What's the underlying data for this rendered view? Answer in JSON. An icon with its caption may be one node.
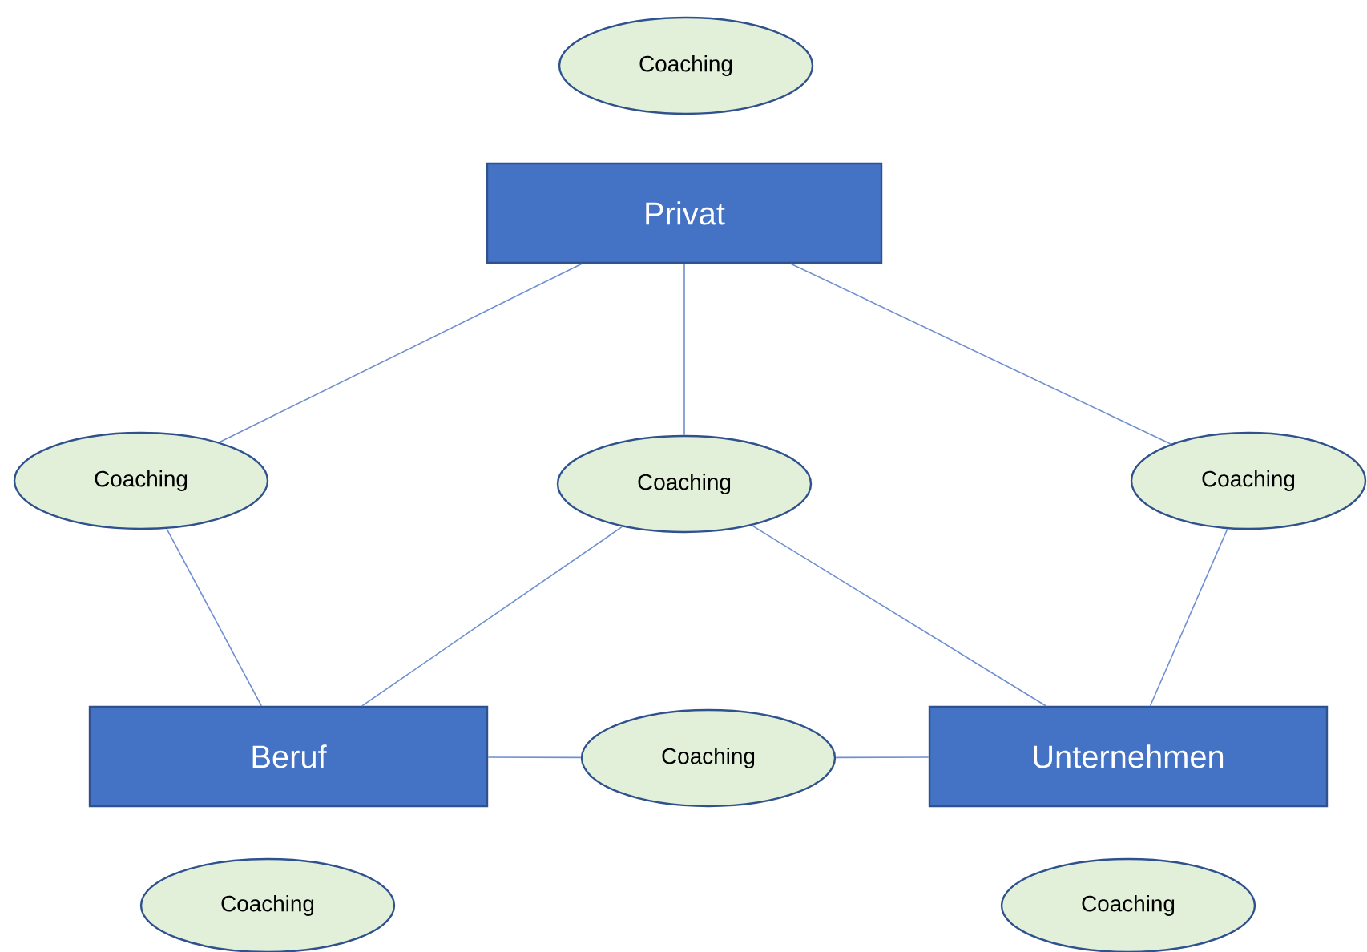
{
  "diagram": {
    "nodes": [
      {
        "text": [
          "Coaching"
        ]
      },
      {
        "text": [
          "Privat"
        ]
      },
      {
        "text": [
          "Coaching"
        ]
      },
      {
        "text": [
          "Coaching"
        ]
      },
      {
        "text": [
          "Coaching"
        ]
      },
      {
        "text": [
          "Beruf"
        ]
      },
      {
        "text": [
          "Coaching"
        ]
      },
      {
        "text": [
          "Unternehmen"
        ]
      },
      {
        "text": [
          "Coaching"
        ]
      },
      {
        "text": [
          "Coaching"
        ]
      }
    ],
    "edges": [
      {
        "from": 1,
        "to": 2,
        "arrow": "none"
      },
      {
        "from": 1,
        "to": 3,
        "arrow": "none"
      },
      {
        "from": 1,
        "to": 4,
        "arrow": "none"
      },
      {
        "from": 2,
        "to": 5,
        "arrow": "none"
      },
      {
        "from": 3,
        "to": 5,
        "arrow": "none"
      },
      {
        "from": 3,
        "to": 7,
        "arrow": "none"
      },
      {
        "from": 4,
        "to": 7,
        "arrow": "none"
      },
      {
        "from": 5,
        "to": 6,
        "arrow": "none"
      },
      {
        "from": 6,
        "to": 7,
        "arrow": "none"
      }
    ]
  }
}
